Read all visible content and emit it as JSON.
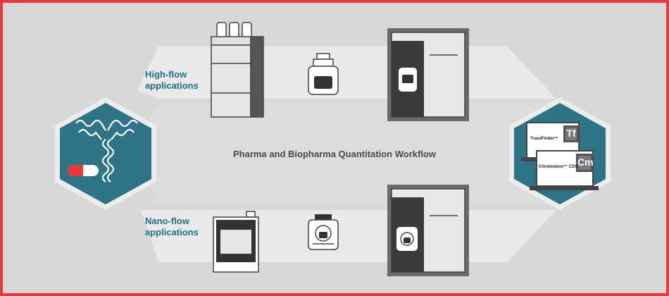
{
  "workflow": {
    "title": "Pharma and Biopharma Quantitation Workflow",
    "high_flow": {
      "line1": "High-flow",
      "line2": "applications"
    },
    "nano_flow": {
      "line1": "Nano-flow",
      "line2": "applications"
    }
  },
  "software": {
    "tracefinder": {
      "label": "TraceFinder™",
      "icon_text": "Tf"
    },
    "chromeleon": {
      "label": "Chromeleon™ CDS",
      "icon_text": "Cm"
    }
  },
  "colors": {
    "border": "#e8383d",
    "background": "#d8d8d8",
    "band": "#e6e6e6",
    "teal": "#2f7386",
    "label": "#1f6f86"
  }
}
